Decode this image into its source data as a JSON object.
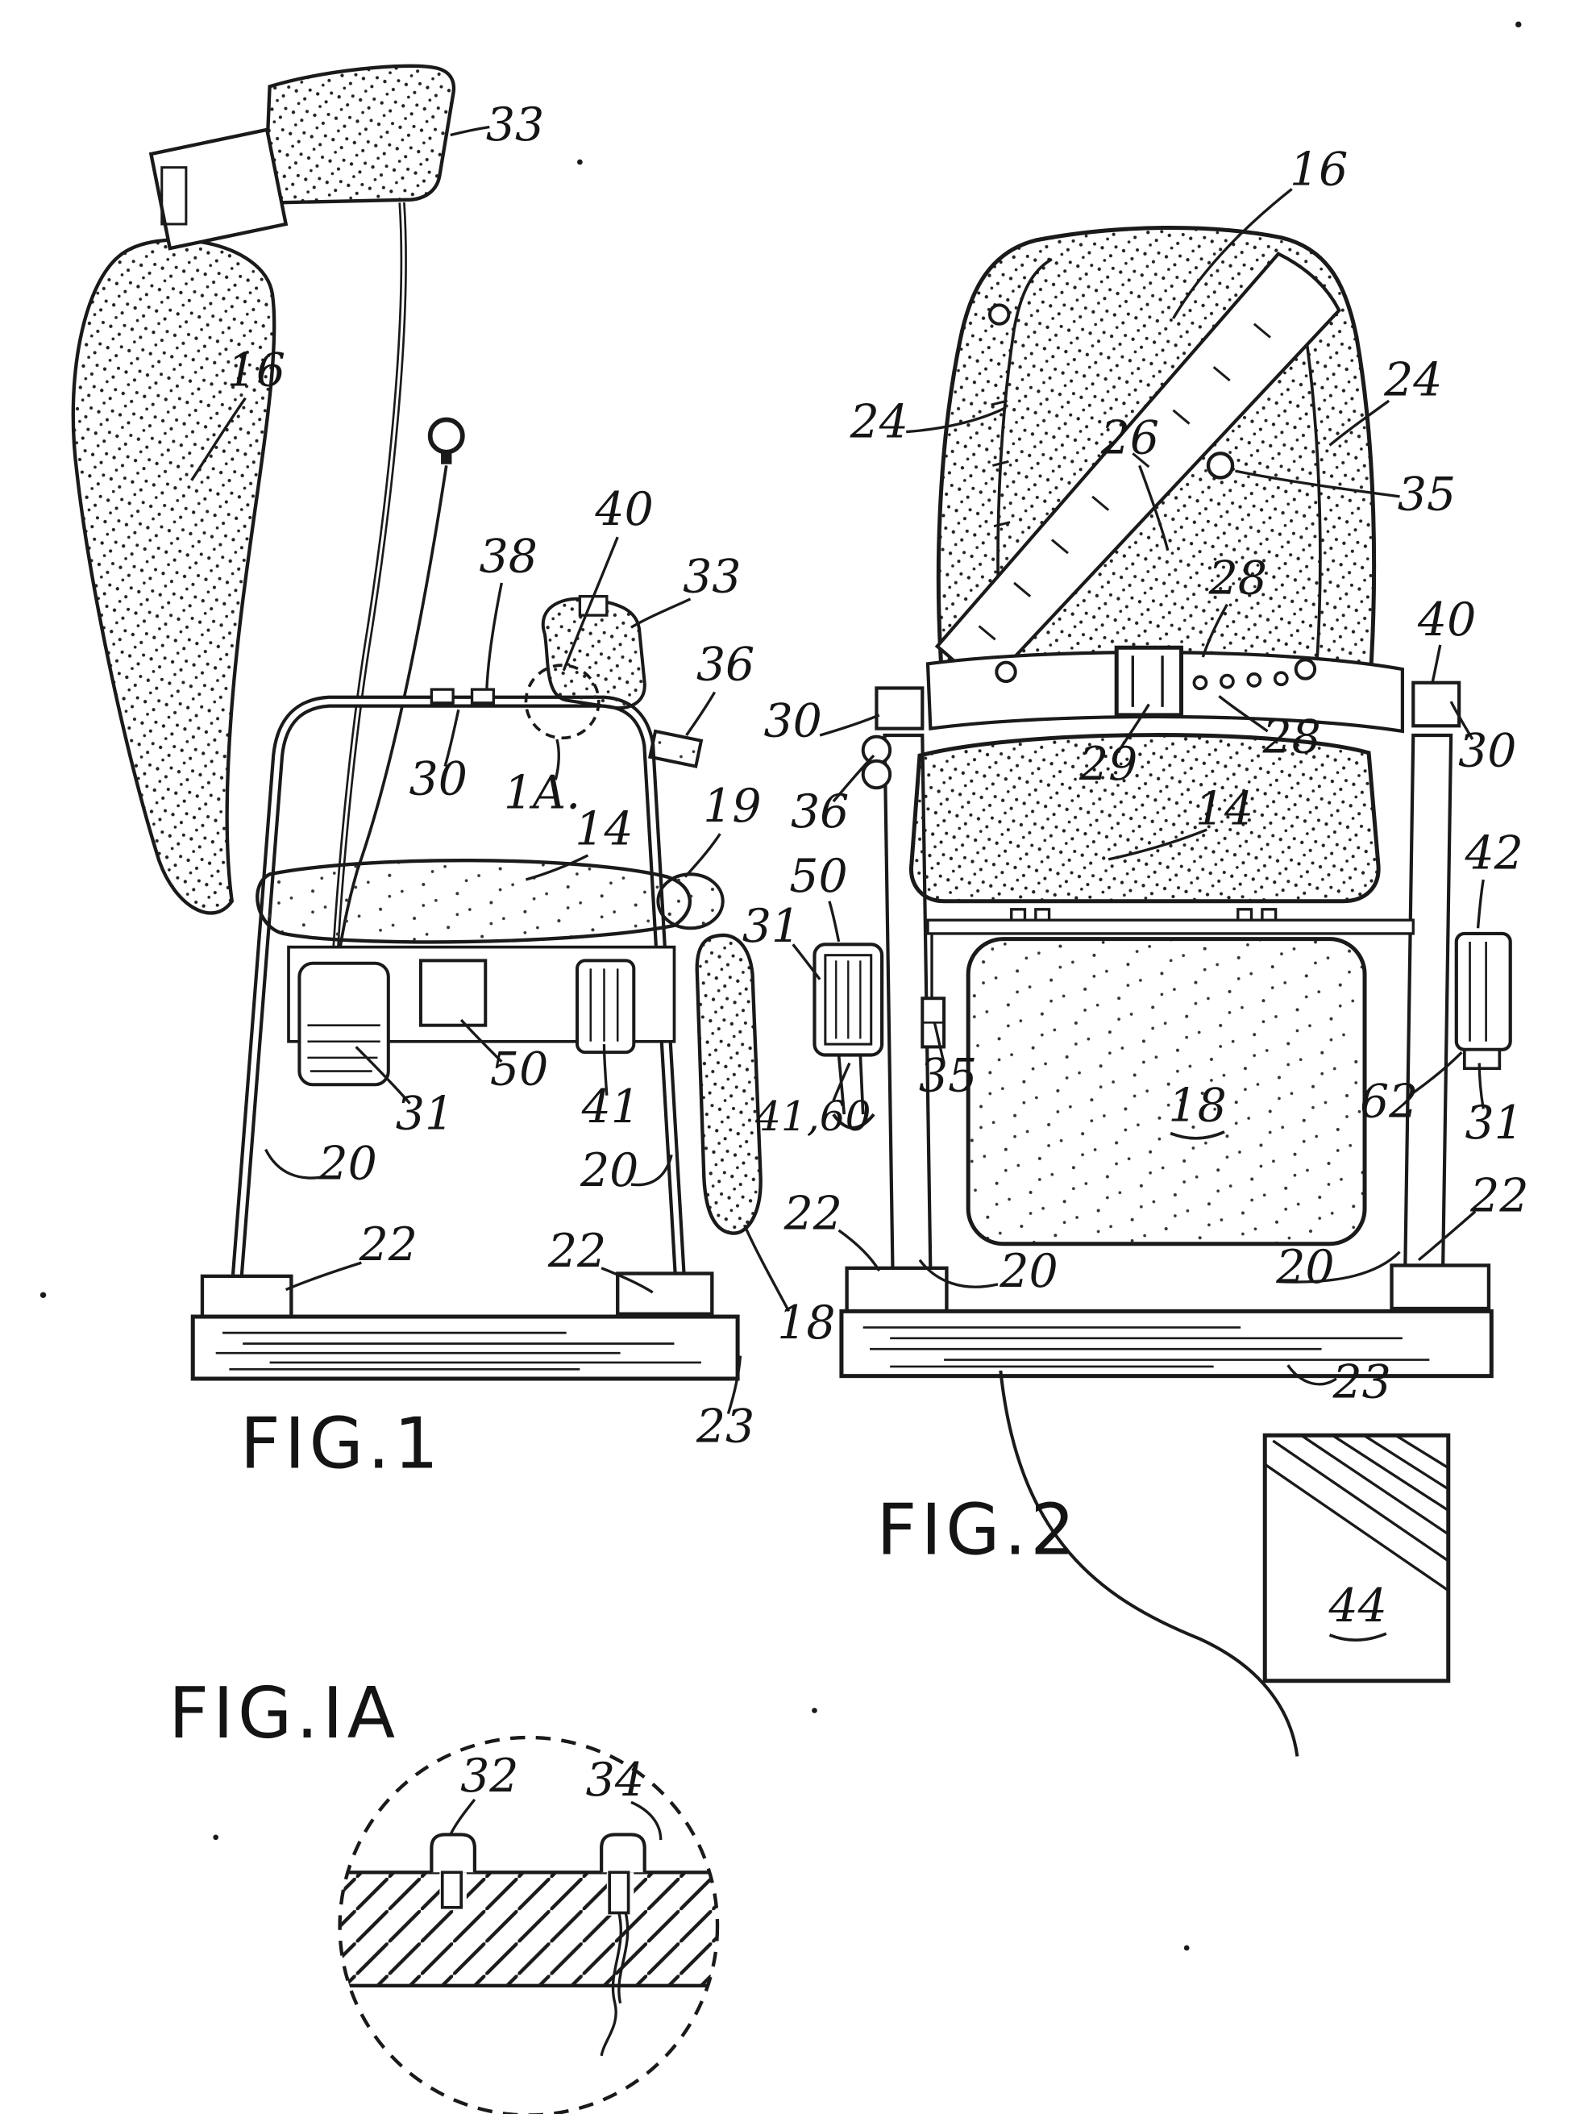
{
  "sheet": {
    "type": "patent-drawing",
    "ink_color": "#1a1a1a",
    "paper_color": "#ffffff"
  },
  "figures": {
    "fig1": {
      "title": "FIG.1"
    },
    "fig2": {
      "title": "FIG.2"
    },
    "fig1a": {
      "title": "FIG.IA"
    }
  },
  "fig1_labels": {
    "n33a": "33",
    "n16": "16",
    "n38": "38",
    "n40": "40",
    "n33b": "33",
    "n36": "36",
    "n30": "30",
    "n1a": "1A.",
    "n14": "14",
    "n19": "19",
    "n31": "31",
    "n50": "50",
    "n41": "41",
    "n20a": "20",
    "n20b": "20",
    "n22a": "22",
    "n22b": "22",
    "n18": "18",
    "n23": "23"
  },
  "fig2_labels": {
    "n16": "16",
    "n24a": "24",
    "n24b": "24",
    "n26": "26",
    "n35a": "35",
    "n28a": "28",
    "n28b": "28",
    "n29": "29",
    "n30a": "30",
    "n36": "36",
    "n40": "40",
    "n30b": "30",
    "n14": "14",
    "n50": "50",
    "n31a": "31",
    "n35b": "35",
    "n4160": "41,60",
    "n18": "18",
    "n42": "42",
    "n62": "62",
    "n31b": "31",
    "n22a": "22",
    "n20a": "20",
    "n20b": "20",
    "n22b": "22",
    "n23": "23",
    "n44": "44"
  },
  "fig1a_labels": {
    "n32": "32",
    "n34": "34"
  }
}
